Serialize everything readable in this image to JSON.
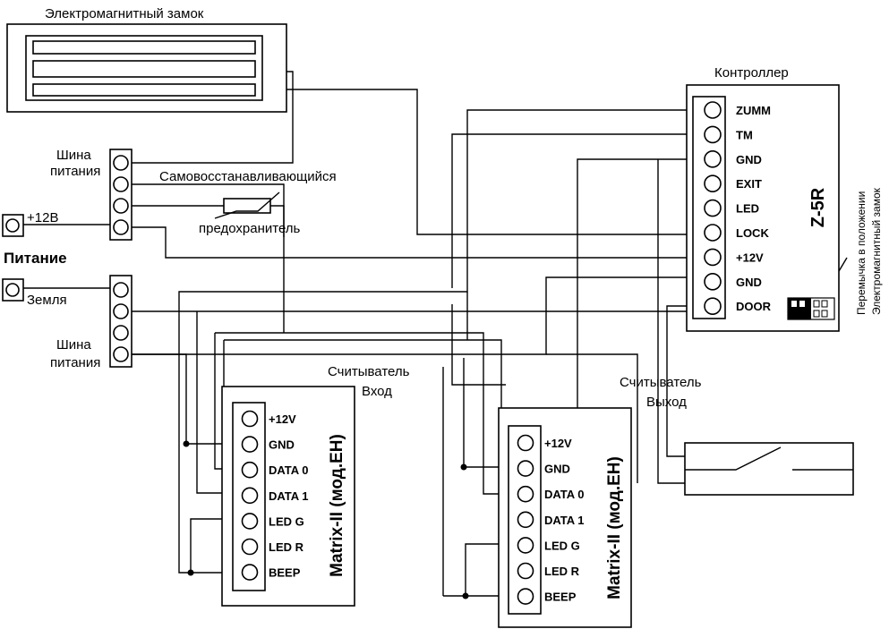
{
  "labels": {
    "lock_title": "Электромагнитный замок",
    "controller_title": "Контроллер",
    "controller_model": "Z-5R",
    "bus_top_l1": "Шина",
    "bus_top_l2": "питания",
    "bus_bot_l1": "Шина",
    "bus_bot_l2": "питания",
    "fuse_l1": "Самовосстанавливающийся",
    "fuse_l2": "предохранитель",
    "power_plus": "+12В",
    "power_title": "Питание",
    "power_ground": "Земля",
    "reader_in_l1": "Считыватель",
    "reader_in_l2": "Вход",
    "reader_out_l1": "Считыватель",
    "reader_out_l2": "Выход",
    "reader_model": "Matrix-II (мод.EH)",
    "jumper_l1": "Перемычка в положении",
    "jumper_l2": "Электромагнитный замок"
  },
  "controller_pins": [
    "ZUMM",
    "TM",
    "GND",
    "EXIT",
    "LED",
    "LOCK",
    "+12V",
    "GND",
    "DOOR"
  ],
  "reader_pins": [
    "+12V",
    "GND",
    "DATA 0",
    "DATA 1",
    "LED G",
    "LED R",
    "BEEP"
  ]
}
